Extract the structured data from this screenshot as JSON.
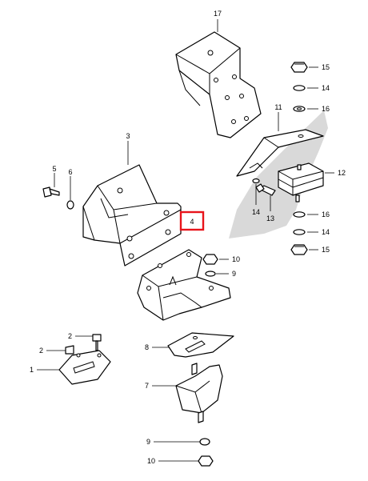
{
  "colors": {
    "highlight": "#e8141b",
    "shadow": "#d9d9d9",
    "line": "#000000"
  },
  "highlighted_part": "4",
  "callouts": [
    {
      "id": "c17",
      "text": "17"
    },
    {
      "id": "c15a",
      "text": "15"
    },
    {
      "id": "c14a",
      "text": "14"
    },
    {
      "id": "c16a",
      "text": "16"
    },
    {
      "id": "c11",
      "text": "11"
    },
    {
      "id": "c3",
      "text": "3"
    },
    {
      "id": "c5",
      "text": "5"
    },
    {
      "id": "c6",
      "text": "6"
    },
    {
      "id": "c12",
      "text": "12"
    },
    {
      "id": "c14b",
      "text": "14"
    },
    {
      "id": "c13",
      "text": "13"
    },
    {
      "id": "c16b",
      "text": "16"
    },
    {
      "id": "c14c",
      "text": "14"
    },
    {
      "id": "c15b",
      "text": "15"
    },
    {
      "id": "c4",
      "text": "4"
    },
    {
      "id": "c10a",
      "text": "10"
    },
    {
      "id": "c9a",
      "text": "9"
    },
    {
      "id": "c2a",
      "text": "2"
    },
    {
      "id": "c2b",
      "text": "2"
    },
    {
      "id": "c8",
      "text": "8"
    },
    {
      "id": "c1",
      "text": "1"
    },
    {
      "id": "c7",
      "text": "7"
    },
    {
      "id": "c9b",
      "text": "9"
    },
    {
      "id": "c10b",
      "text": "10"
    }
  ]
}
